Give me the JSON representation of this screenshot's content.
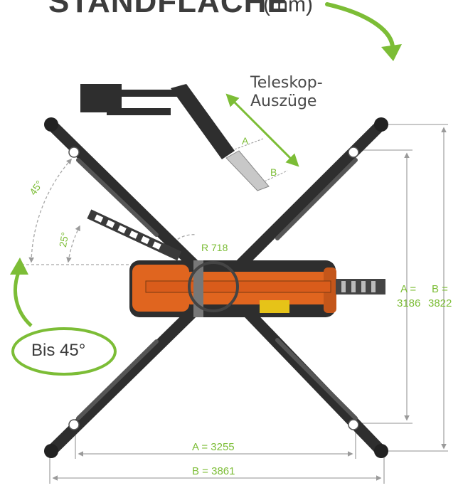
{
  "header": {
    "title": "STANDFLÄCHE",
    "unit": "(mm)"
  },
  "telescope": {
    "line1": "Teleskop-",
    "line2": "Auszüge",
    "mark_a": "A",
    "mark_b": "B"
  },
  "angles": {
    "a45": "45°",
    "a25": "25°",
    "radius": "R 718"
  },
  "rotation": {
    "label": "Bis 45°"
  },
  "dimensions": {
    "width_a": "A = 3255",
    "width_b": "B = 3861",
    "height_a_top": "A =",
    "height_a_value": "3186",
    "height_b_top": "B =",
    "height_b_value": "3822"
  },
  "colors": {
    "accent_green": "#7cbd36",
    "body_orange": "#e0651f",
    "frame_dark": "#2e2e2e",
    "dim_gray": "#a6a6a6"
  }
}
